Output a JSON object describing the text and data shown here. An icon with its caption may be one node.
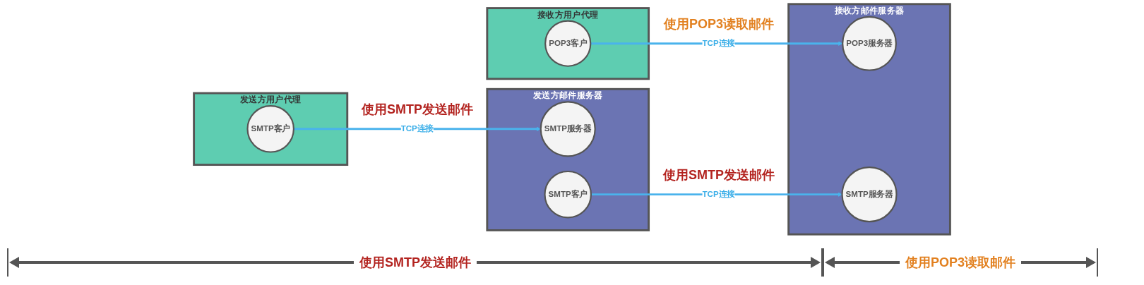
{
  "diagram": {
    "nodes": [
      {
        "text": [
          "发送方用户代理"
        ]
      },
      {
        "text": [
          "SMTP客户"
        ],
        "in": 0
      },
      {
        "text": [
          "发送方邮件服务器"
        ]
      },
      {
        "text": [
          "SMTP服务器"
        ],
        "in": 2
      },
      {
        "text": [
          "SMTP客户"
        ],
        "in": 2
      },
      {
        "text": [
          "接收方邮件服务器"
        ]
      },
      {
        "text": [
          "POP3服务器"
        ],
        "in": 5
      },
      {
        "text": [
          "SMTP服务器"
        ],
        "in": 5
      },
      {
        "text": [
          "接收方用户代理"
        ]
      },
      {
        "text": [
          "POP3客户"
        ],
        "in": 8
      }
    ],
    "edges": [
      {
        "from": 1,
        "to": 3,
        "arrow": "to",
        "label": "TCP连接"
      },
      {
        "from": 4,
        "to": 7,
        "arrow": "to",
        "label": "TCP连接"
      },
      {
        "from": 9,
        "to": 6,
        "arrow": "to",
        "label": "TCP连接"
      }
    ],
    "labels": [
      "使用SMTP发送邮件",
      "使用POP3读取邮件",
      "使用SMTP发送邮件",
      "使用SMTP发送邮件",
      "使用POP3读取邮件"
    ]
  }
}
